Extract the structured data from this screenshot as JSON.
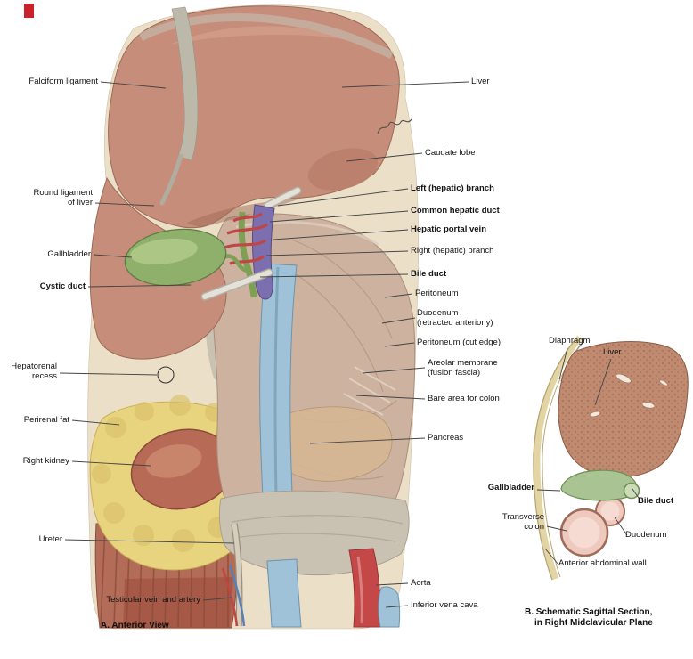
{
  "figure_a": {
    "caption": "A. Anterior View",
    "labels": {
      "falciform_ligament": "Falciform ligament",
      "round_ligament": "Round ligament\nof liver",
      "gallbladder": "Gallbladder",
      "cystic_duct": "Cystic duct",
      "hepatorenal_recess": "Hepatorenal\nrecess",
      "perirenal_fat": "Perirenal fat",
      "right_kidney": "Right kidney",
      "ureter": "Ureter",
      "testicular": "Testicular vein and artery",
      "liver": "Liver",
      "caudate_lobe": "Caudate lobe",
      "left_hepatic_branch": "Left (hepatic) branch",
      "common_hepatic_duct": "Common hepatic duct",
      "hepatic_portal_vein": "Hepatic portal vein",
      "right_hepatic_branch": "Right (hepatic) branch",
      "bile_duct": "Bile duct",
      "peritoneum": "Peritoneum",
      "duodenum_retracted": "Duodenum\n(retracted anteriorly)",
      "peritoneum_cut_edge": "Peritoneum (cut edge)",
      "areolar_membrane": "Areolar membrane\n(fusion fascia)",
      "bare_area_colon": "Bare area for colon",
      "pancreas": "Pancreas",
      "aorta": "Aorta",
      "inferior_vena_cava": "Inferior vena cava"
    }
  },
  "figure_b": {
    "caption_line1": "B. Schematic Sagittal Section,",
    "caption_line2": "in Right  Midclavicular Plane",
    "labels": {
      "diaphragm": "Diaphragm",
      "liver": "Liver",
      "gallbladder": "Gallbladder",
      "bile_duct": "Bile duct",
      "transverse_colon": "Transverse\ncolon",
      "duodenum": "Duodenum",
      "anterior_abdominal_wall": "Anterior abdominal wall"
    }
  },
  "colors": {
    "corner_mark": "#c8232c",
    "liver": "#c68d7a",
    "gallbladder": "#8fb06a",
    "portal_vein": "#7b6fb0",
    "hepatic_artery": "#c04545",
    "bile_duct_green": "#7ea055",
    "vena_cava": "#9fc2d8",
    "aorta": "#c54848",
    "kidney": "#b76b56",
    "fat": "#e8d37e",
    "muscle": "#b26c57",
    "central_mass": "#ccb29f",
    "peritoneum_drape": "#c9c1b2",
    "base_flesh": "#ecdfc8",
    "figb_liver": "#c08a71",
    "figb_gallbladder": "#a9c492",
    "figb_bowel": "#eec9be"
  }
}
